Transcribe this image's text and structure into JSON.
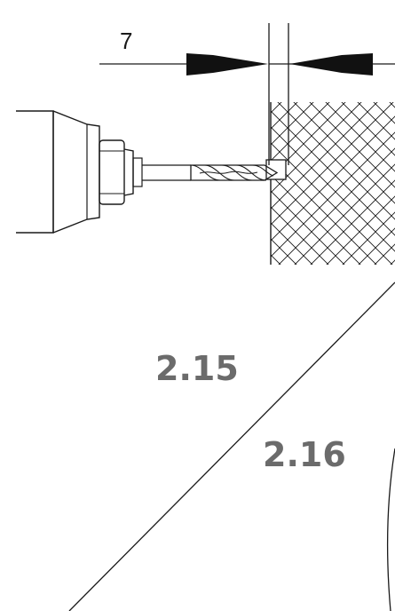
{
  "figure": {
    "dimension_value": "7",
    "step_upper_left": "2.15",
    "step_lower_right": "2.16"
  },
  "colors": {
    "line": "#1a1a1a",
    "step_label": "#6b6b6b",
    "background": "#ffffff"
  },
  "icons": {
    "drill": "drill-icon",
    "drill_bit": "drill-bit-icon",
    "wall": "wall-hatch-icon"
  }
}
